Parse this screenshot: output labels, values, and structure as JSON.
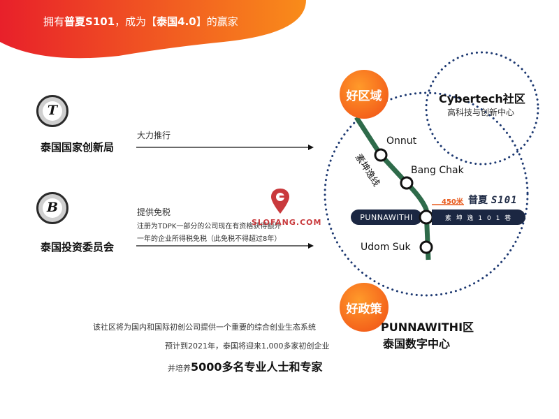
{
  "banner": {
    "prefix": "拥有",
    "brand": "普夏S101",
    "middle": "，成为【",
    "country_tag": "泰国4.0",
    "suffix": "】的赢家",
    "color_start": "#e8202a",
    "color_end": "#f98c1a"
  },
  "orgs": [
    {
      "icon_letter": "T",
      "icon": "tdpk-logo-icon",
      "name": "泰国国家创新局",
      "action": "大力推行"
    },
    {
      "icon_letter": "B",
      "icon": "boi-logo-icon",
      "name": "泰国投资委员会",
      "action": "提供免税",
      "notes": [
        "注册为TDPK一部分的公司现在有资格获得额外",
        "一年的企业所得税免税（此免税不得超过8年）"
      ]
    }
  ],
  "bubbles": {
    "good_zone": "好区域",
    "good_policy": "好政策"
  },
  "cybertech": {
    "title": "Cybertech社区",
    "subtitle": "高科技与创新中心"
  },
  "map": {
    "line_name": "素坤逸线",
    "stations": [
      "Onnut",
      "Bang Chak",
      "PUNNAWITHI",
      "Udom Suk"
    ],
    "street": "素 坤 逸 1 0 1 巷",
    "distance": "450米",
    "brand_cn": "普夏",
    "brand_code": "S101",
    "line_color": "#2e6b4a",
    "pill_color": "#1b2742",
    "accent": "#e85a1c"
  },
  "watermark": "SLOFANG.COM",
  "zone": {
    "title": "PUNNAWITHI区",
    "subtitle": "泰国数字中心"
  },
  "description": {
    "line1": "该社区将为国内和国际初创公司提供一个重要的综合创业生态系统",
    "line2": "预计到2021年，泰国将迎来1,000多家初创企业",
    "line3_prefix": "并培养",
    "line3_big": "5000多名专业人士和专家"
  }
}
